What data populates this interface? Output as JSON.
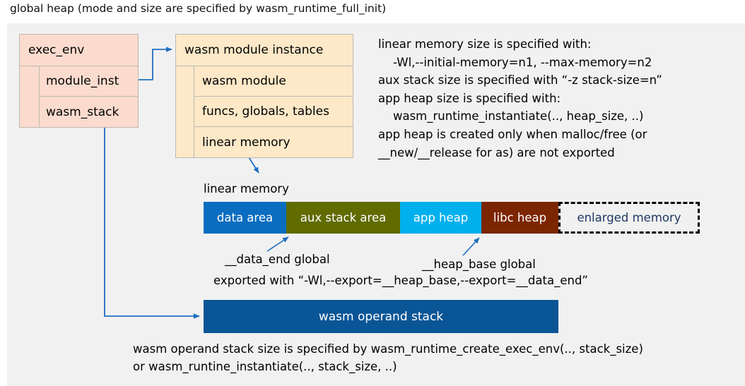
{
  "title": "global heap (mode and size are specified by wasm_runtime_full_init)",
  "exec_env": {
    "header": "exec_env",
    "rows": [
      "module_inst",
      "wasm_stack"
    ]
  },
  "module_instance": {
    "header": "wasm module instance",
    "rows": [
      "wasm module",
      "funcs, globals, tables",
      "linear memory"
    ]
  },
  "notes": "linear memory size is specified with:\n    -Wl,--initial-memory=n1, --max-memory=n2\naux stack size is specified with “-z stack-size=n”\napp heap size is specified with:\n    wasm_runtime_instantiate(.., heap_size, ..)\napp heap is created only when malloc/free (or\n__new/__release for as) are not exported",
  "linear_memory": {
    "caption": "linear memory",
    "segments": [
      {
        "label": "data area",
        "color": "#0a6dbf"
      },
      {
        "label": "aux stack area",
        "color": "#606b00"
      },
      {
        "label": "app heap",
        "color": "#00b0ed"
      },
      {
        "label": "libc heap",
        "color": "#7b2600"
      },
      {
        "label": "enlarged memory",
        "color": "#f1f1f1"
      }
    ]
  },
  "annotations": {
    "data_end": "__data_end global",
    "heap_base": "__heap_base global",
    "exported": "exported with “-Wl,--export=__heap_base,--export=__data_end”"
  },
  "operand_stack": {
    "label": "wasm operand stack",
    "color": "#0a5596"
  },
  "caption": "wasm operand stack size is specified by wasm_runtime_create_exec_env(.., stack_size)\nor wasm_runtine_instantiate(.., stack_size, ..)",
  "colors": {
    "panel": "#f1f1f1",
    "exec_env": "#fbdbcd",
    "module_instance": "#fde9c8",
    "connector": "#1f6fc0",
    "enlarged_text": "#1f3864"
  }
}
